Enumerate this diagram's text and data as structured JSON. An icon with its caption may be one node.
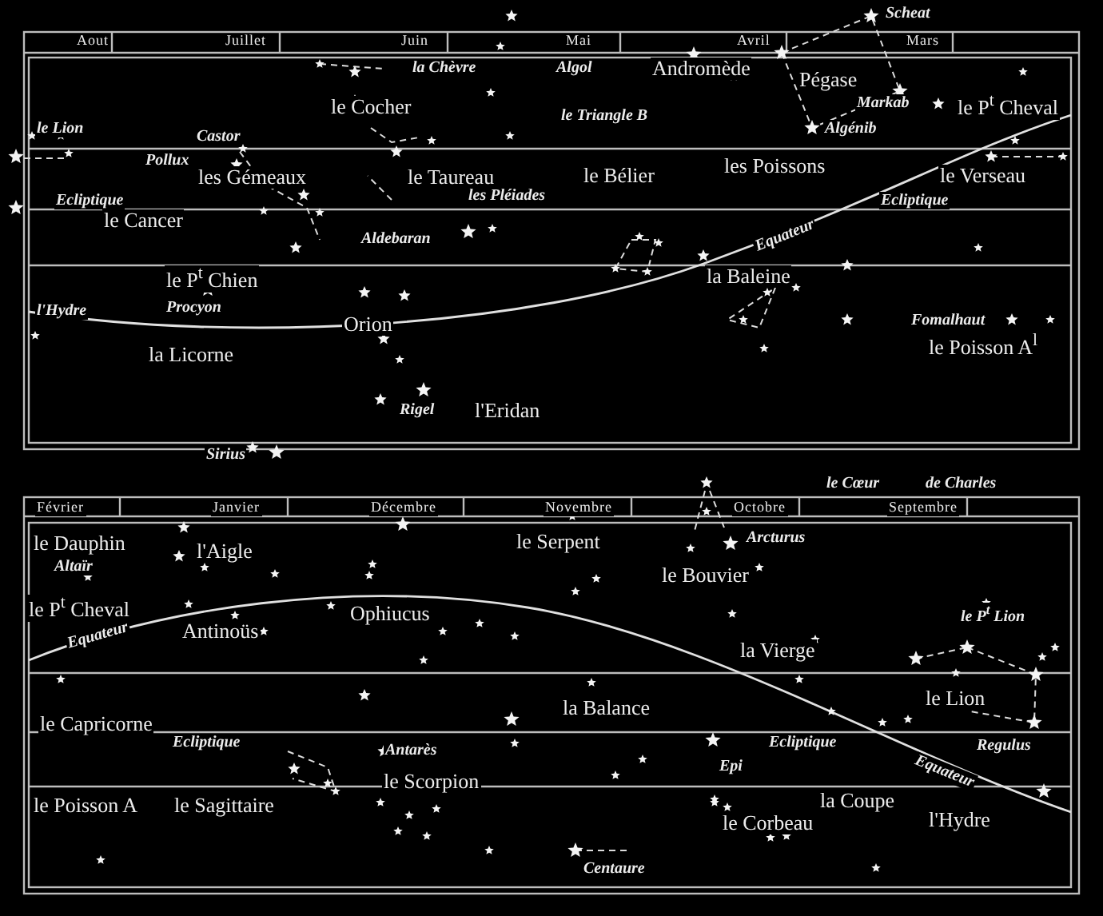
{
  "diagram": {
    "labels": [
      "Aout",
      "Juillet",
      "Juin",
      "Mai",
      "Avril",
      "Mars",
      "Scheat",
      "la Chèvre",
      "Algol",
      "Andromède",
      "Pégase",
      "le Cocher",
      "le Triangle B",
      "Markab",
      "le P$^{t}$ Cheval",
      "le Lion",
      "Algénib",
      "Castor",
      "Pollux",
      "les Gémeaux",
      "le Taureau",
      "les Pléiades",
      "le Bélier",
      "les Poissons",
      "le Verseau",
      "Ecliptique",
      "le Cancer",
      "Aldebaran",
      "Ecliptique",
      "Equateur",
      "le P$^{t}$ Chien",
      "la Baleine",
      "l'Hydre",
      "Procyon",
      "Orion",
      "Fomalhaut",
      "le Poisson A$^{l}$",
      "la Licorne",
      "Rigel",
      "l'Eridan",
      "Sirius",
      "le Cœur",
      "de Charles",
      "Février",
      "Janvier",
      "Décembre",
      "Novembre",
      "Octobre",
      "Septembre",
      "le Dauphin",
      "l'Aigle",
      "le Serpent",
      "Arcturus",
      "Altaïr",
      "le Bouvier",
      "le P$^{t}$ Cheval",
      "Ophiucus",
      "le P$^{t}$ Lion",
      "Antinoüs",
      "Equateur",
      "la Vierge",
      "le Lion",
      "la Balance",
      "le Capricorne",
      "Ecliptique",
      "Antarès",
      "Ecliptique",
      "Regulus",
      "Epi",
      "Equateur",
      "le Scorpion",
      "le Poisson A",
      "le Sagittaire",
      "la Coupe",
      "le Corbeau",
      "l'Hydre",
      "Centaure"
    ]
  }
}
